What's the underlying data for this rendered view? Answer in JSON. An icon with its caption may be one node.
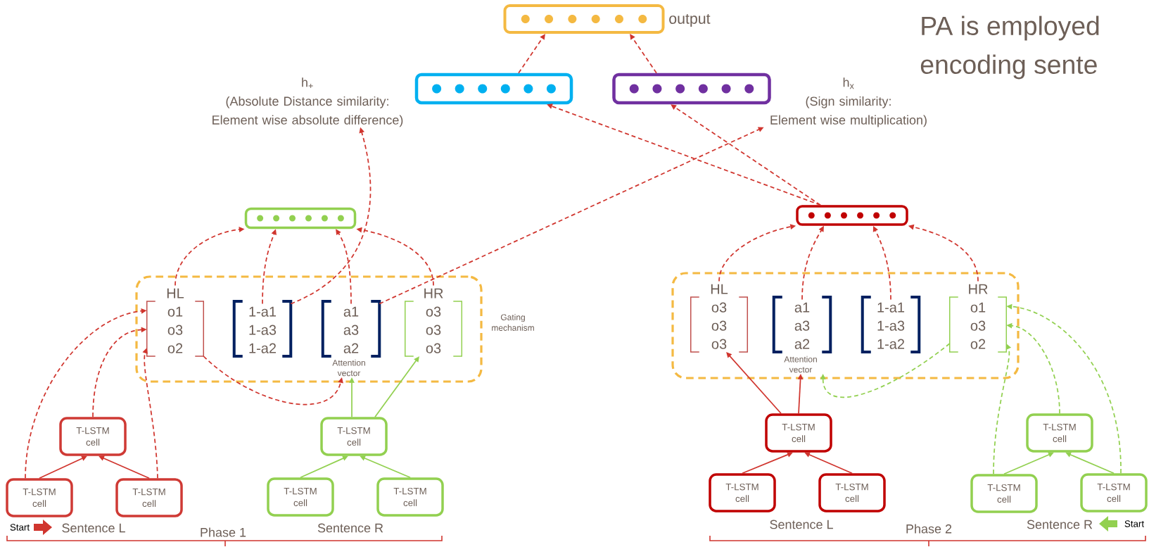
{
  "diagram": {
    "nodes": [
      {
        "text": [],
        "shape": "bar",
        "beside": [
          "output"
        ]
      },
      {
        "text": [],
        "shape": "bar"
      },
      {
        "text": [],
        "shape": "bar"
      },
      {
        "text": [
          "h$_{+}$",
          "(Absolute Distance similarity: Element wise absolute difference)"
        ]
      },
      {
        "text": [
          "h$_{x}$",
          "(Sign similarity: Element wise multiplication)"
        ]
      },
      {
        "text": [],
        "shape": "bar"
      },
      {
        "text": [],
        "shape": "box",
        "beside": [
          "Gating mechanism"
        ]
      },
      {
        "text": [
          "HL",
          "o1",
          "o3",
          "o2"
        ],
        "in": 6
      },
      {
        "text": [
          "1-a1",
          "1-a3",
          "1-a2"
        ],
        "in": 6
      },
      {
        "text": [
          "a1",
          "a3",
          "a2"
        ],
        "in": 6
      },
      {
        "text": [
          "Attention vector"
        ],
        "in": 6
      },
      {
        "text": [
          "HR",
          "o3",
          "o3",
          "o3"
        ],
        "in": 6
      },
      {
        "text": [
          "T-LSTM cell"
        ]
      },
      {
        "text": [
          "T-LSTM cell"
        ]
      },
      {
        "text": [
          "T-LSTM cell"
        ]
      },
      {
        "text": [
          "T-LSTM cell"
        ]
      },
      {
        "text": [
          "T-LSTM cell"
        ]
      },
      {
        "text": [
          "T-LSTM cell"
        ]
      },
      {
        "text": [],
        "shape": "bar"
      },
      {
        "text": [],
        "shape": "box"
      },
      {
        "text": [
          "HL",
          "o3",
          "o3",
          "o3"
        ],
        "in": 19
      },
      {
        "text": [
          "a1",
          "a3",
          "a2"
        ],
        "in": 19
      },
      {
        "text": [
          "Attention vector"
        ],
        "in": 19
      },
      {
        "text": [
          "1-a1",
          "1-a3",
          "1-a2"
        ],
        "in": 19
      },
      {
        "text": [
          "HR",
          "o1",
          "o3",
          "o2"
        ],
        "in": 19
      },
      {
        "text": [
          "T-LSTM cell"
        ]
      },
      {
        "text": [
          "T-LSTM cell"
        ]
      },
      {
        "text": [
          "T-LSTM cell"
        ]
      },
      {
        "text": [
          "T-LSTM cell"
        ]
      },
      {
        "text": [
          "T-LSTM cell"
        ]
      },
      {
        "text": [
          "T-LSTM cell"
        ]
      }
    ],
    "edges": [
      {
        "from": 1,
        "to": 0,
        "arrow": "to",
        "style": "dashed"
      },
      {
        "from": 2,
        "to": 0,
        "arrow": "to",
        "style": "dashed"
      },
      {
        "from": 18,
        "to": 1,
        "arrow": "to",
        "style": "dashed"
      },
      {
        "from": 18,
        "to": 2,
        "arrow": "to",
        "style": "dashed"
      },
      {
        "from": 8,
        "to": 3,
        "arrow": "to",
        "style": "dashed"
      },
      {
        "from": 9,
        "to": 4,
        "arrow": "to",
        "style": "dashed"
      },
      {
        "from": 7,
        "to": 5,
        "arrow": "to",
        "style": "dashed"
      },
      {
        "from": 8,
        "to": 5,
        "arrow": "to",
        "style": "dashed"
      },
      {
        "from": 9,
        "to": 5,
        "arrow": "to",
        "style": "dashed"
      },
      {
        "from": 11,
        "to": 5,
        "arrow": "to",
        "style": "dashed"
      },
      {
        "from": 13,
        "to": 12,
        "arrow": "to"
      },
      {
        "from": 14,
        "to": 12,
        "arrow": "to"
      },
      {
        "from": 13,
        "to": 7,
        "arrow": "to",
        "style": "dashed"
      },
      {
        "from": 12,
        "to": 7,
        "arrow": "to",
        "style": "dashed"
      },
      {
        "from": 14,
        "to": 7,
        "arrow": "to",
        "style": "dashed"
      },
      {
        "from": 7,
        "to": 10,
        "arrow": "to",
        "style": "dashed"
      },
      {
        "from": 16,
        "to": 15,
        "arrow": "to",
        "color": "#92d050"
      },
      {
        "from": 17,
        "to": 15,
        "arrow": "to",
        "color": "#92d050"
      },
      {
        "from": 15,
        "to": 10,
        "arrow": "to",
        "color": "#92d050"
      },
      {
        "from": 15,
        "to": 11,
        "arrow": "to",
        "color": "#92d050"
      },
      {
        "from": 20,
        "to": 18,
        "arrow": "to",
        "style": "dashed"
      },
      {
        "from": 21,
        "to": 18,
        "arrow": "to",
        "style": "dashed"
      },
      {
        "from": 23,
        "to": 18,
        "arrow": "to",
        "style": "dashed"
      },
      {
        "from": 24,
        "to": 18,
        "arrow": "to",
        "style": "dashed"
      },
      {
        "from": 26,
        "to": 25,
        "arrow": "to"
      },
      {
        "from": 27,
        "to": 25,
        "arrow": "to"
      },
      {
        "from": 25,
        "to": 20,
        "arrow": "to"
      },
      {
        "from": 25,
        "to": 22,
        "arrow": "to"
      },
      {
        "from": 29,
        "to": 28,
        "arrow": "to",
        "color": "#92d050"
      },
      {
        "from": 30,
        "to": 28,
        "arrow": "to",
        "color": "#92d050"
      },
      {
        "from": 28,
        "to": 24,
        "arrow": "to",
        "style": "dashed",
        "color": "#92d050"
      },
      {
        "from": 30,
        "to": 24,
        "arrow": "to",
        "style": "dashed",
        "color": "#92d050"
      },
      {
        "from": 29,
        "to": 24,
        "arrow": "to",
        "style": "dashed",
        "color": "#92d050"
      },
      {
        "from": 24,
        "to": 22,
        "arrow": "to",
        "style": "dashed",
        "color": "#92d050"
      }
    ],
    "labels": [
      "PA is employed",
      "encoding sente",
      "Start",
      "Sentence L",
      "Phase 1",
      "Sentence R",
      "Sentence L",
      "Phase 2",
      "Sentence R",
      "Start"
    ]
  }
}
